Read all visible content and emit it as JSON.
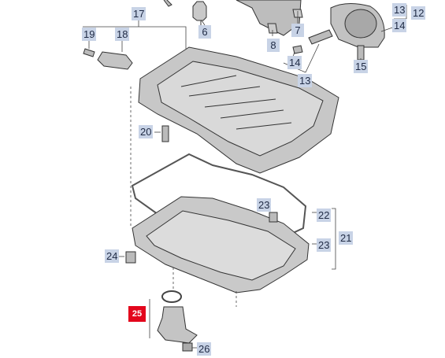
{
  "diagram": {
    "callouts": [
      {
        "key": "c17",
        "label": "17"
      },
      {
        "key": "c19",
        "label": "19"
      },
      {
        "key": "c18",
        "label": "18"
      },
      {
        "key": "c6",
        "label": "6"
      },
      {
        "key": "c7",
        "label": "7"
      },
      {
        "key": "c8",
        "label": "8"
      },
      {
        "key": "c14a",
        "label": "14"
      },
      {
        "key": "c13a",
        "label": "13"
      },
      {
        "key": "c13b",
        "label": "13"
      },
      {
        "key": "c12",
        "label": "12"
      },
      {
        "key": "c14b",
        "label": "14"
      },
      {
        "key": "c15",
        "label": "15"
      },
      {
        "key": "c20",
        "label": "20"
      },
      {
        "key": "c23a",
        "label": "23"
      },
      {
        "key": "c22",
        "label": "22"
      },
      {
        "key": "c21",
        "label": "21"
      },
      {
        "key": "c23b",
        "label": "23"
      },
      {
        "key": "c24",
        "label": "24"
      },
      {
        "key": "c25",
        "label": "25"
      },
      {
        "key": "c26",
        "label": "26"
      }
    ],
    "highlight_color": "#e3061c",
    "callout_color": "#c8d3e6"
  }
}
